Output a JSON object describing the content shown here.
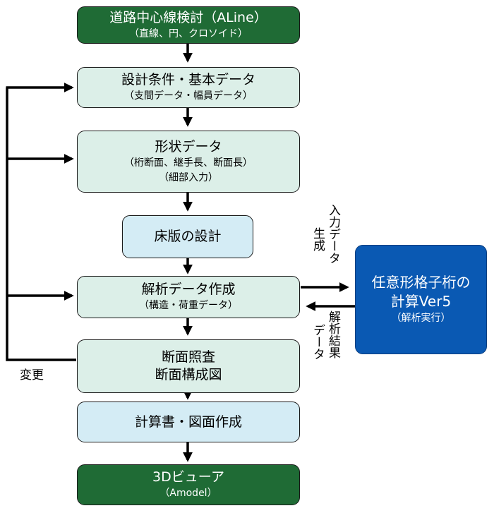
{
  "boxes": {
    "aline": {
      "title": "道路中心線検討（ALine）",
      "sub": "（直線、円、クロソイド）"
    },
    "design": {
      "title": "設計条件・基本データ",
      "sub": "（支間データ・幅員データ）"
    },
    "shape": {
      "title": "形状データ",
      "sub1": "（桁断面、継手長、断面長）",
      "sub2": "（細部入力）"
    },
    "slab": {
      "title": "床版の設計"
    },
    "analysis": {
      "title": "解析データ作成",
      "sub": "（構造・荷重データ）"
    },
    "check": {
      "title1": "断面照査",
      "title2": "断面構成図"
    },
    "report": {
      "title": "計算書・図面作成"
    },
    "viewer": {
      "title": "3Dビューア",
      "sub": "（Amodel）"
    },
    "grillage": {
      "title1": "任意形格子桁の",
      "title2": "計算Ver5",
      "sub": "（解析実行）"
    }
  },
  "labels": {
    "input_col1": "入力データ",
    "input_col2": "生成",
    "result_col1": "解析結果",
    "result_col2": "データ",
    "change": "変更"
  },
  "colors": {
    "dark_green": "#1f6b35",
    "mint": "#dcefe8",
    "light_cyan": "#d4ecf5",
    "blue": "#0a59b3",
    "line": "#000000"
  }
}
